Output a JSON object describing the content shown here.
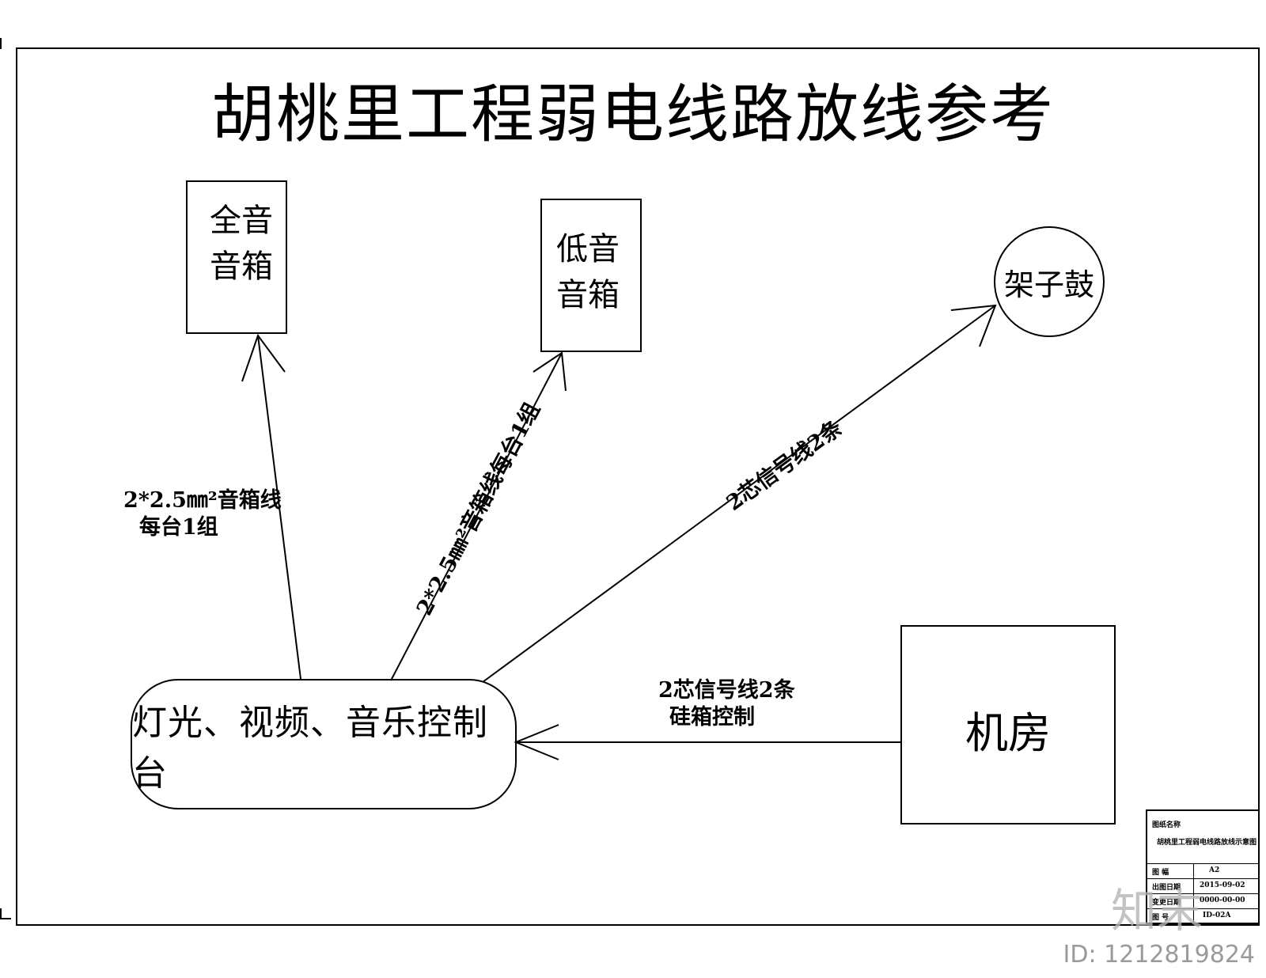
{
  "title": "胡桃里工程弱电线路放线参考",
  "nodes": {
    "full_speaker": [
      "全音",
      "音箱"
    ],
    "bass_speaker": [
      "低音",
      "音箱"
    ],
    "drum": "架子鼓",
    "console": "灯光、视频、音乐控制台",
    "machine_room": "机房"
  },
  "connections": {
    "to_full_speaker": [
      "2*2.5㎜²音箱线",
      "每台1组"
    ],
    "to_bass_speaker": "2*2.5㎜²音箱线每台1组",
    "to_drum": "2芯信号线2条",
    "from_machine_room": [
      "2芯信号线2条",
      "硅箱控制"
    ]
  },
  "title_block": {
    "name_label": "图纸名称",
    "name_value": "胡桃里工程弱电线路放线示意图",
    "rows": [
      {
        "label": "图    幅",
        "value": "A2"
      },
      {
        "label": "出图日期",
        "value": "2015-09-02"
      },
      {
        "label": "变更日期",
        "value": "0000-00-00"
      },
      {
        "label": "图    号",
        "value": "ID-02A"
      }
    ]
  },
  "logo_text": "知末",
  "id_text": "ID: 1212819824"
}
